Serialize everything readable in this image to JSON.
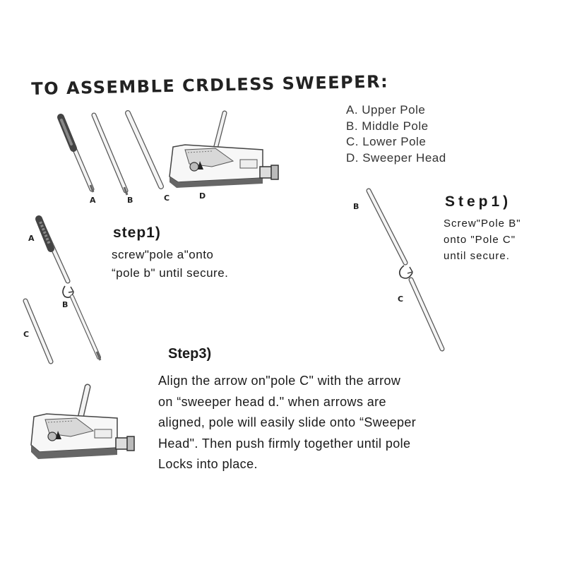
{
  "title": "TO ASSEMBLE CRDLESS SWEEPER:",
  "parts_list": [
    "A. Upper Pole",
    "B. Middle Pole",
    "C. Lower Pole",
    "D. Sweeper Head"
  ],
  "overview_labels": {
    "a": "A",
    "b": "B",
    "c": "C",
    "d": "D"
  },
  "step1": {
    "heading": "step1)",
    "lines": [
      "screw\"pole a\"onto",
      "“pole b\" until secure."
    ],
    "labels": {
      "a": "A",
      "b": "B",
      "c": "C"
    }
  },
  "step2": {
    "heading": "Step1)",
    "lines": [
      "Screw\"Pole B\"",
      "onto  \"Pole C\"",
      "until secure."
    ],
    "labels": {
      "b": "B",
      "c": "C"
    }
  },
  "step3": {
    "heading": "Step3)",
    "lines": [
      "Align the arrow on\"pole C\" with the  arrow",
      "on  “sweeper head d.\"  when arrows are",
      "aligned, pole will easily slide onto  “Sweeper",
      "Head\".  Then push firmly together until pole",
      "Locks into place."
    ]
  }
}
